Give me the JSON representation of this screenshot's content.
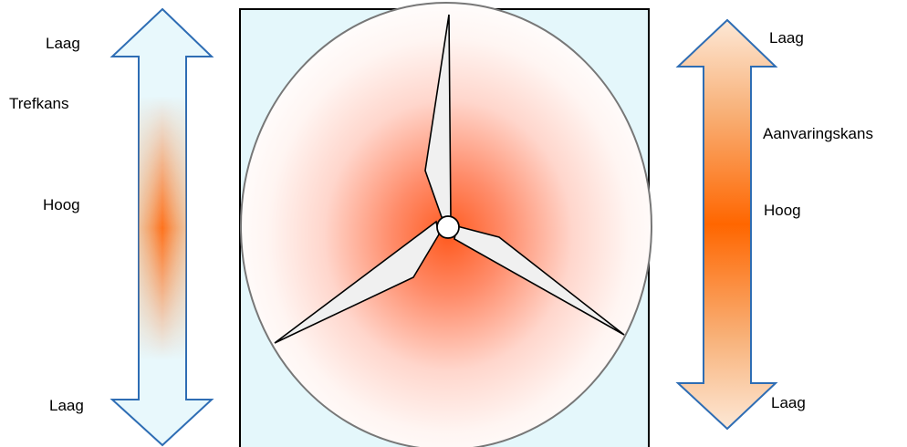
{
  "left_arrow": {
    "top_label": "Laag",
    "title": "Trefkans",
    "middle_label": "Hoog",
    "bottom_label": "Laag"
  },
  "right_arrow": {
    "top_label": "Laag",
    "title": "Aanvaringskans",
    "middle_label": "Hoog",
    "bottom_label": "Laag"
  },
  "colors": {
    "arrow_outline": "#2e6db4",
    "left_arrow_fill": "#e8f8fc",
    "right_arrow_fill": "#fde3cf",
    "gradient_core": "#ff6600",
    "panel_fill": "#e4f7fb",
    "panel_border": "#000000",
    "rotor_disc_edge": "#777777",
    "blade_fill": "#f0f0f0"
  }
}
